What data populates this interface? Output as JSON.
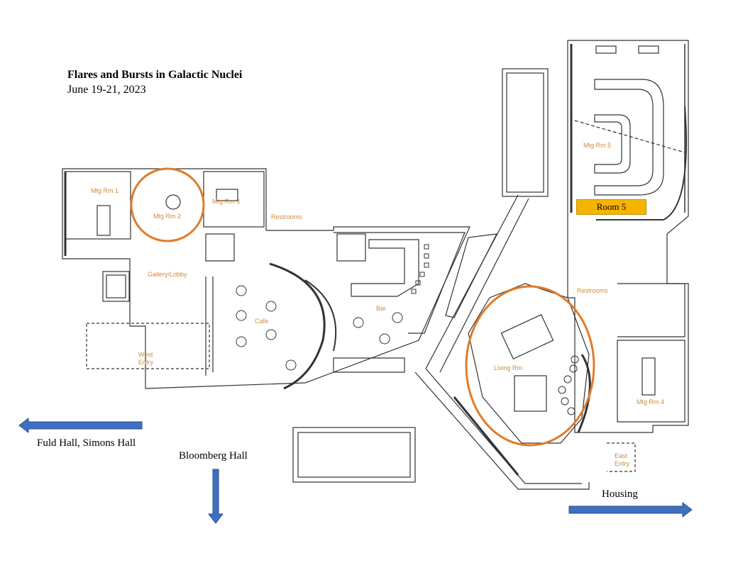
{
  "header": {
    "title": "Flares and Bursts in Galactic Nuclei",
    "dates": "June 19-21, 2023"
  },
  "rooms": {
    "mtg_rm_1": "Mtg Rm 1",
    "mtg_rm_2": "Mtg Rm 2",
    "mtg_rm_3": "Mtg Rm 3",
    "mtg_rm_4": "Mtg Rm 4",
    "mtg_rm_5": "Mtg Rm 5",
    "room_5_highlight": "Room 5",
    "restrooms_west": "Restrooms",
    "restrooms_east": "Restrooms",
    "gallery_lobby": "Gallery/Lobby",
    "cafe": "Cafe",
    "bar": "Bar",
    "living_rm": "Living Rm",
    "west_entry_line1": "West",
    "west_entry_line2": "Entry",
    "east_entry_line1": "East",
    "east_entry_line2": "Entry"
  },
  "directions": {
    "west": "Fuld Hall, Simons Hall",
    "south": "Bloomberg Hall",
    "east": "Housing"
  },
  "colors": {
    "highlight_circle": "#e07b2a",
    "arrow": "#3f6fc0",
    "room_label": "#d08a3a",
    "room5_fill": "#f5b400"
  }
}
